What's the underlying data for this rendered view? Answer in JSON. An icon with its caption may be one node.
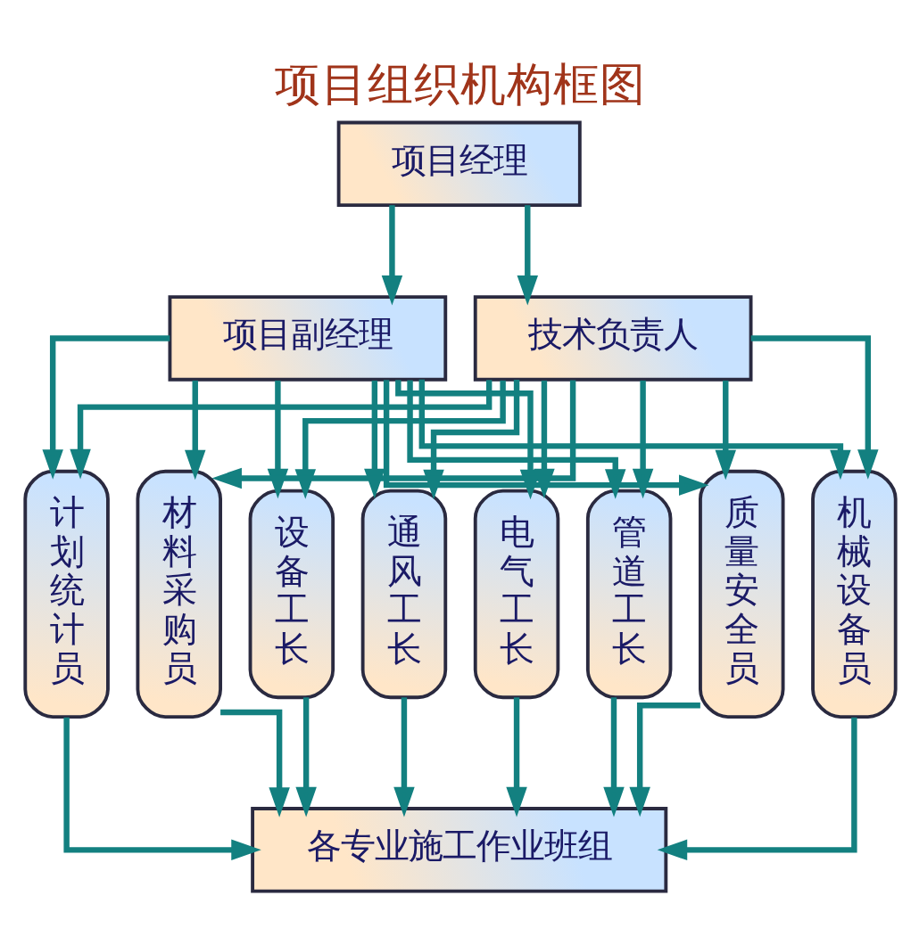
{
  "diagram": {
    "title": "项目组织机构框图",
    "nodes": [
      {
        "text": [
          "项目经理"
        ]
      },
      {
        "text": [
          "项目副经理"
        ]
      },
      {
        "text": [
          "技术负责人"
        ]
      },
      {
        "text": [
          "设备工长"
        ]
      },
      {
        "text": [
          "通风工长"
        ]
      },
      {
        "text": [
          "电气工长"
        ]
      },
      {
        "text": [
          "管道工长"
        ]
      },
      {
        "text": [
          "质量安全员"
        ]
      },
      {
        "text": [
          "机械设备员"
        ]
      },
      {
        "text": [
          "计划统计员"
        ]
      },
      {
        "text": [
          "材料采购员"
        ]
      },
      {
        "text": [
          "各专业施工作业班组"
        ]
      }
    ],
    "edges": [
      {
        "from": 0,
        "to": 1,
        "arrow": "to"
      },
      {
        "from": 0,
        "to": 2,
        "arrow": "to"
      },
      {
        "from": 1,
        "to": 3,
        "arrow": "to"
      },
      {
        "from": 1,
        "to": 4,
        "arrow": "to"
      },
      {
        "from": 1,
        "to": 5,
        "arrow": "to"
      },
      {
        "from": 1,
        "to": 6,
        "arrow": "to"
      },
      {
        "from": 1,
        "to": 7,
        "arrow": "to"
      },
      {
        "from": 1,
        "to": 8,
        "arrow": "to"
      },
      {
        "from": 1,
        "to": 9,
        "arrow": "to"
      },
      {
        "from": 1,
        "to": 10,
        "arrow": "to"
      },
      {
        "from": 2,
        "to": 3,
        "arrow": "to"
      },
      {
        "from": 2,
        "to": 4,
        "arrow": "to"
      },
      {
        "from": 2,
        "to": 5,
        "arrow": "to"
      },
      {
        "from": 2,
        "to": 6,
        "arrow": "to"
      },
      {
        "from": 2,
        "to": 7,
        "arrow": "to"
      },
      {
        "from": 2,
        "to": 8,
        "arrow": "to"
      },
      {
        "from": 2,
        "to": 9,
        "arrow": "to"
      },
      {
        "from": 2,
        "to": 10,
        "arrow": "to"
      },
      {
        "from": 3,
        "to": 11,
        "arrow": "to"
      },
      {
        "from": 4,
        "to": 11,
        "arrow": "to"
      },
      {
        "from": 5,
        "to": 11,
        "arrow": "to"
      },
      {
        "from": 6,
        "to": 11,
        "arrow": "to"
      },
      {
        "from": 7,
        "to": 11,
        "arrow": "to"
      },
      {
        "from": 8,
        "to": 11,
        "arrow": "to"
      },
      {
        "from": 9,
        "to": 11,
        "arrow": "to"
      },
      {
        "from": 10,
        "to": 11,
        "arrow": "to"
      }
    ]
  }
}
